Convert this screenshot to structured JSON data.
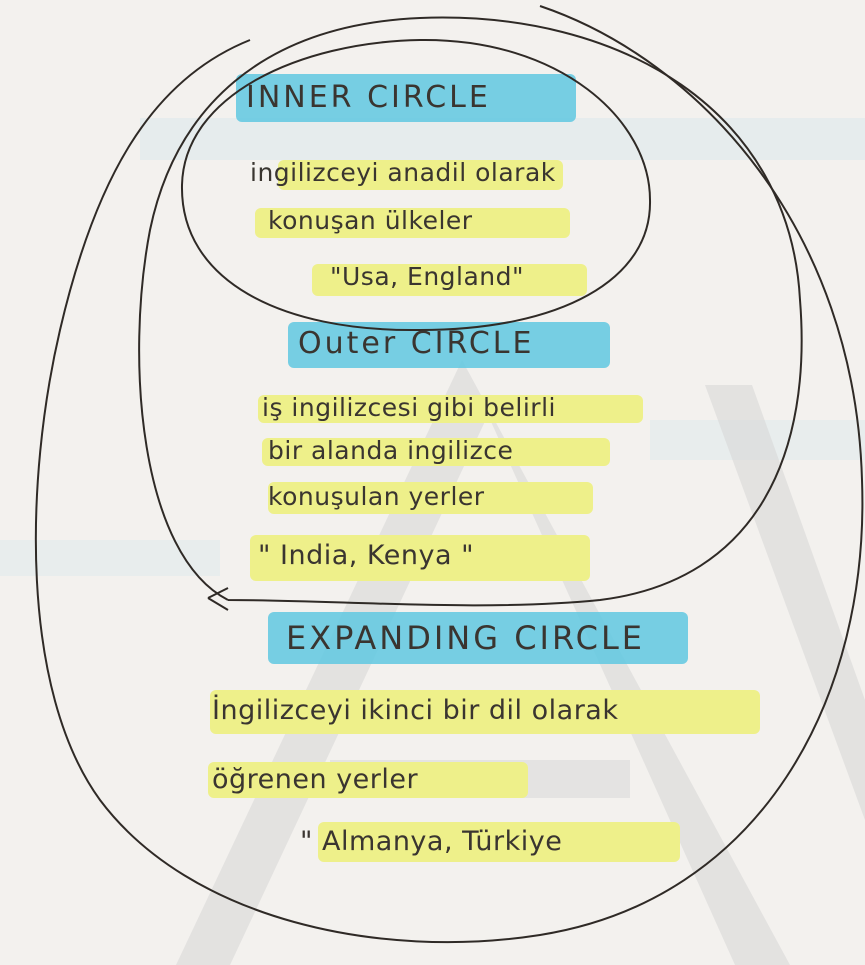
{
  "colors": {
    "paper": "#f3f1ee",
    "ink": "#3a3530",
    "heading_highlight": "#5fc8e0",
    "text_highlight": "#eef08a",
    "watermark": "#d6d6d6"
  },
  "inner_circle": {
    "title": "INNER CIRCLE",
    "lines": [
      "ingilizceyi anadil olarak",
      "konuşan ülkeler",
      "\"Usa, England\""
    ]
  },
  "outer_circle": {
    "title": "Outer CIRCLE",
    "lines": [
      "iş ingilizcesi gibi belirli",
      "bir alanda ingilizce",
      "konuşulan yerler",
      "\" India, Kenya \""
    ]
  },
  "expanding_circle": {
    "title": "EXPANDING CIRCLE",
    "lines": [
      "İngilizceyi ikinci bir dil olarak",
      "öğrenen yerler",
      "\" Almanya, Türkiye"
    ]
  },
  "watermark": {
    "text": "AI"
  }
}
